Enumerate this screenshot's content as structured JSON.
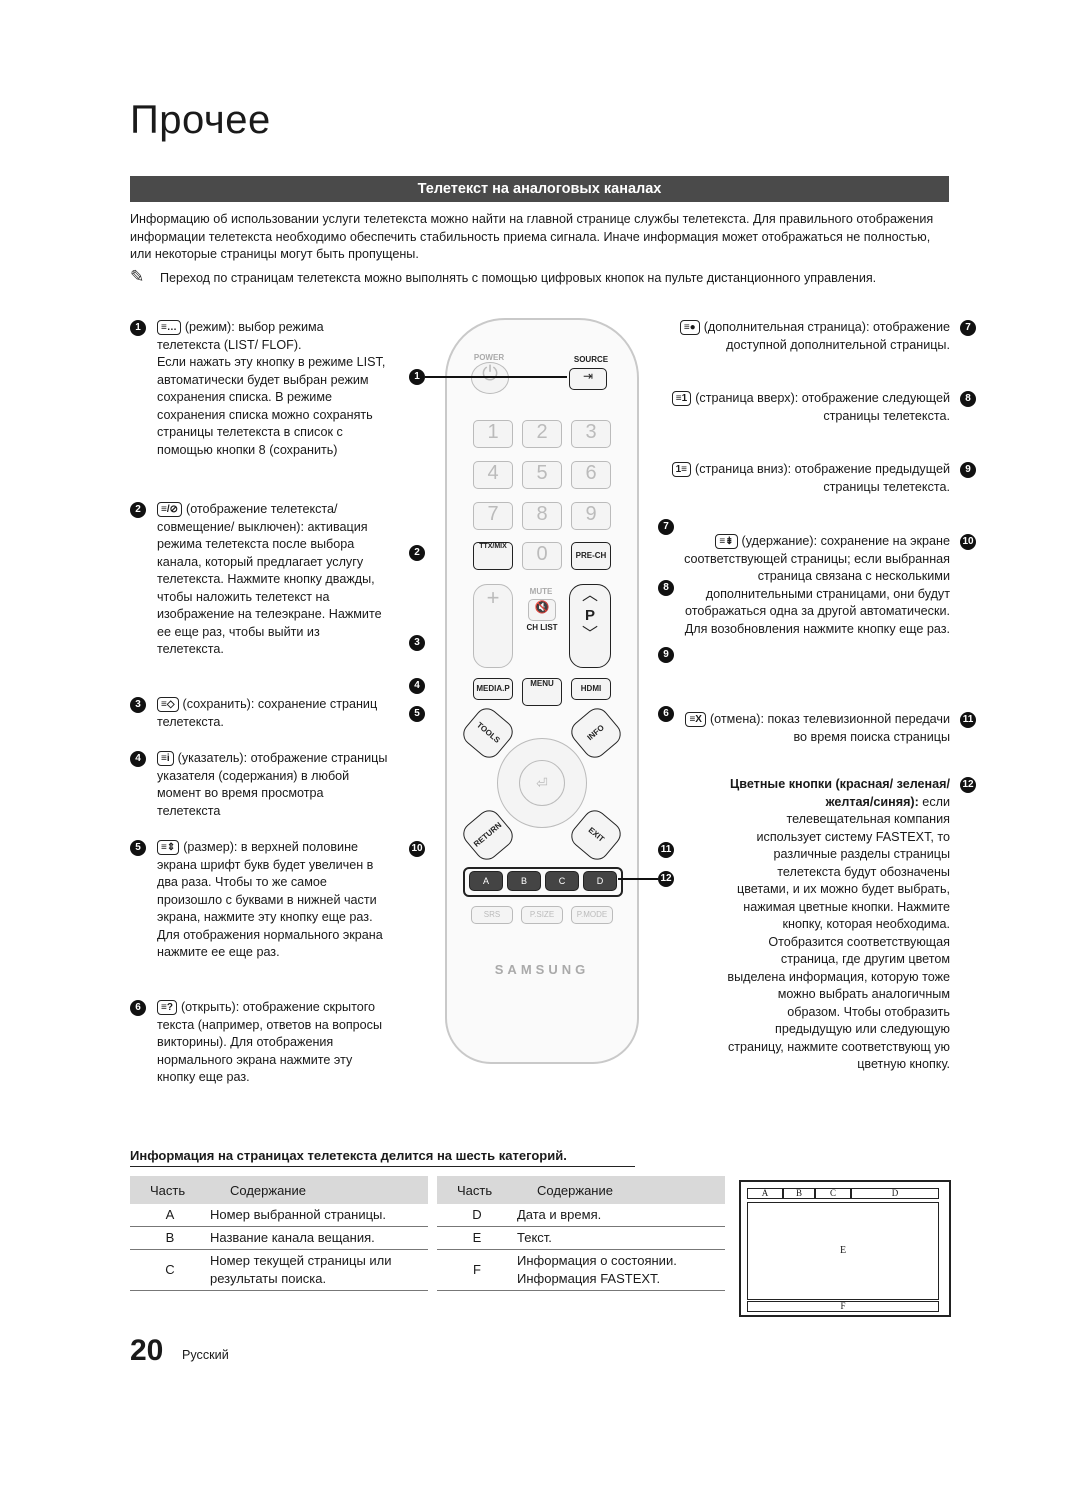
{
  "page_title": "Прочее",
  "section_title": "Телетекст на аналоговых каналах",
  "intro": "Информацию об использовании услуги телетекста можно найти на главной странице службы телетекста. Для правильного отображения информации телетекста необходимо обеспечить стабильность приема сигнала. Иначе информация может отображаться не полностью, или некоторые страницы могут быть пропущены.",
  "note": "Переход по страницам телетекста можно выполнять с помощью цифровых кнопок на пульте дистанционного управления.",
  "left_items": [
    {
      "num": "1",
      "key": "≡…",
      "lead": "(режим): выбор режима телетекста (LIST/ FLOF).",
      "text": "Если нажать эту кнопку в режиме LIST, автоматически будет выбран режим сохранения списка. В режиме сохранения списка можно сохранять страницы телетекста в список с помощью кнопки 8 (сохранить)"
    },
    {
      "num": "2",
      "key": "≡/⊘",
      "lead": "(отображение телетекста/совмещение/ выключен): активация режима телетекста после выбора канала, который предлагает услугу телетекста. Нажмите кнопку дважды, чтобы наложить телетекст на изображение на телеэкране. Нажмите ее еще раз, чтобы выйти из телетекста.",
      "text": ""
    },
    {
      "num": "3",
      "key": "≡◇",
      "lead": "(сохранить): сохранение страниц телетекста.",
      "text": ""
    },
    {
      "num": "4",
      "key": "≡i",
      "lead": "(указатель): отображение страницы указателя (содержания) в любой момент во время просмотра телетекста",
      "text": ""
    },
    {
      "num": "5",
      "key": "≡⇕",
      "lead": "(размер): в верхней половине экрана шрифт букв будет увеличен в два раза. Чтобы то же самое произошло с буквами в нижней части экрана, нажмите эту кнопку еще раз. Для отображения нормального экрана нажмите ее еще раз.",
      "text": ""
    },
    {
      "num": "6",
      "key": "≡?",
      "lead": "(открыть): отображение скрытого текста (например, ответов на вопросы викторины). Для отображения нормального экрана нажмите эту кнопку еще раз.",
      "text": ""
    }
  ],
  "right_items": [
    {
      "num": "7",
      "key": "≡●",
      "text": "(дополнительная страница): отображение доступной дополнительной страницы."
    },
    {
      "num": "8",
      "key": "≡1",
      "text": "(страница вверх): отображение следующей страницы телетекста."
    },
    {
      "num": "9",
      "key": "1≡",
      "text": "(страница вниз): отображение предыдущей страницы телетекста."
    },
    {
      "num": "10",
      "key": "≡⇟",
      "text": "(удержание): сохранение на экране соответствующей страницы; если выбранная страница связана с несколькими дополнительными страницами, они будут отображаться одна за другой автоматически. Для возобновления нажмите кнопку еще раз."
    },
    {
      "num": "11",
      "key": "≡X",
      "text": "(отмена): показ телевизионной передачи во время поиска страницы"
    },
    {
      "num": "12",
      "key": "",
      "bold": "Цветные кнопки (красная/ зеленая/желтая/синяя):",
      "text": " если телевещательная компания использует систему FASTEXT, то различные разделы страницы телетекста будут обозначены цветами, и их можно будет выбрать, нажимая цветные кнопки. Нажмите кнопку, которая необходима. Отобразится соответствующая страница, где другим цветом выделена информация, которую тоже можно выбрать аналогичным образом. Чтобы отобразить предыдущую или следующую страницу, нажмите соответствующ ую цветную кнопку."
    }
  ],
  "remote": {
    "power": "POWER",
    "source": "SOURCE",
    "digits": [
      "1",
      "2",
      "3",
      "4",
      "5",
      "6",
      "7",
      "8",
      "9",
      "0"
    ],
    "ttx": "TTX/MIX",
    "prech": "PRE-CH",
    "mute": "MUTE",
    "chlist": "CH LIST",
    "p": "P",
    "mediap": "MEDIA.P",
    "menu": "MENU",
    "hdmi": "HDMI",
    "tools": "TOOLS",
    "info": "INFO",
    "return": "RETURN",
    "exit": "EXIT",
    "colors": [
      "A",
      "B",
      "C",
      "D"
    ],
    "bottom": [
      "SRS",
      "P.SIZE",
      "P.MODE"
    ],
    "brand": "SAMSUNG",
    "callouts_left": [
      "1",
      "2",
      "3",
      "4",
      "5",
      "10"
    ],
    "callouts_right": [
      "7",
      "8",
      "9",
      "6",
      "11",
      "12"
    ]
  },
  "table_heading": "Информация на страницах телетекста делится на шесть категорий.",
  "table": {
    "col_part": "Часть",
    "col_content": "Содержание",
    "left_rows": [
      {
        "part": "A",
        "content": "Номер выбранной страницы."
      },
      {
        "part": "B",
        "content": "Название канала вещания."
      },
      {
        "part": "C",
        "content": "Номер текущей страницы или результаты поиска."
      }
    ],
    "right_rows": [
      {
        "part": "D",
        "content": "Дата и время."
      },
      {
        "part": "E",
        "content": "Текст."
      },
      {
        "part": "F",
        "content": "Информация о состоянии. Информация FASTEXT."
      }
    ]
  },
  "tv_diagram": {
    "a": "A",
    "b": "B",
    "c": "C",
    "d": "D",
    "e": "E",
    "f": "F"
  },
  "page_number": "20",
  "language": "Русский"
}
